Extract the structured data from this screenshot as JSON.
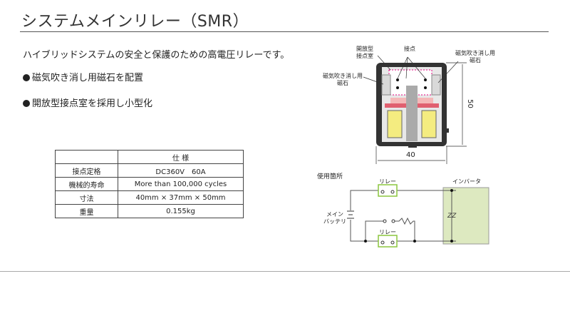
{
  "title": "システムメインリレー（SMR）",
  "intro": "ハイブリッドシステムの安全と保護のための高電圧リレーです。",
  "bullets": [
    "磁気吹き消し用磁石を配置",
    "開放型接点室を採用し小型化"
  ],
  "spec_table": {
    "header": "仕 様",
    "rows": [
      {
        "label": "接点定格",
        "value": "DC360V　60A"
      },
      {
        "label": "機械的寿命",
        "value": "More than 100,000 cycles"
      },
      {
        "label": "寸法",
        "value": "40mm × 37mm × 50mm"
      },
      {
        "label": "重量",
        "value": "0.155kg"
      }
    ]
  },
  "relay_diagram": {
    "label_chamber_1": "開放型",
    "label_chamber_2": "接点室",
    "label_contact": "接点",
    "label_magnet_right_1": "磁気吹き消し用",
    "label_magnet_right_2": "磁石",
    "label_magnet_left_1": "磁気吹き消し用",
    "label_magnet_left_2": "磁石",
    "dim_height": "50",
    "dim_width": "40"
  },
  "circuit": {
    "title": "使用箇所",
    "relay_top": "リレー",
    "relay_bottom": "リレー",
    "inverter": "インバータ",
    "battery_1": "メイン",
    "battery_2": "バッテリ",
    "colors": {
      "relay_box": "#8cc63f",
      "inverter_fill": "#dde9c0"
    }
  }
}
